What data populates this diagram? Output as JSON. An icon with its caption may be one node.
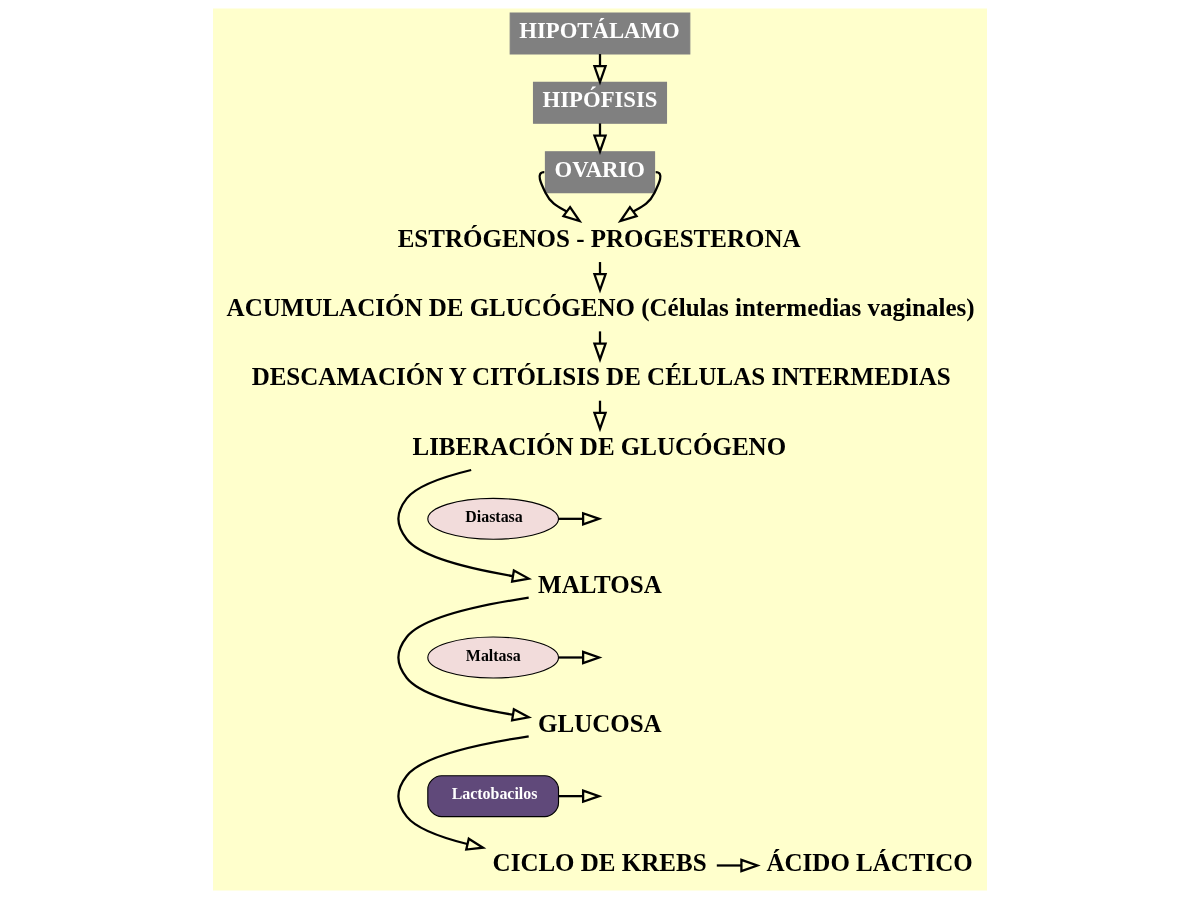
{
  "diagram": {
    "nodes": [
      {
        "text": [
          "HIPOTÁLAMO"
        ]
      },
      {
        "text": [
          "HIPÓFISIS"
        ]
      },
      {
        "text": [
          "OVARIO"
        ]
      },
      {
        "text": [
          "ESTRÓGENOS - PROGESTERONA"
        ]
      },
      {
        "text": [
          "ACUMULACIÓN DE GLUCÓGENO (Células intermedias vaginales)"
        ]
      },
      {
        "text": [
          "DESCAMACIÓN Y CITÓLISIS DE CÉLULAS INTERMEDIAS"
        ]
      },
      {
        "text": [
          "LIBERACIÓN DE GLUCÓGENO"
        ]
      },
      {
        "text": [
          "Diastasa"
        ]
      },
      {
        "text": [
          "MALTOSA"
        ]
      },
      {
        "text": [
          "Maltasa"
        ]
      },
      {
        "text": [
          "GLUCOSA"
        ]
      },
      {
        "text": [
          "Lactobacilos"
        ]
      },
      {
        "text": [
          "CICLO DE KREBS"
        ]
      },
      {
        "text": [
          "ÁCIDO LÁCTICO"
        ]
      }
    ],
    "edges": [
      {
        "from": 0,
        "to": 1,
        "arrow": "to"
      },
      {
        "from": 1,
        "to": 2,
        "arrow": "to"
      },
      {
        "from": 2,
        "to": 3,
        "arrow": "to"
      },
      {
        "from": 2,
        "to": 3,
        "arrow": "to"
      },
      {
        "from": 3,
        "to": 4,
        "arrow": "to"
      },
      {
        "from": 4,
        "to": 5,
        "arrow": "to"
      },
      {
        "from": 5,
        "to": 6,
        "arrow": "to"
      },
      {
        "from": 6,
        "to": 8,
        "arrow": "to"
      },
      {
        "from": 7,
        "to": null,
        "arrow": "to"
      },
      {
        "from": 8,
        "to": 10,
        "arrow": "to"
      },
      {
        "from": 9,
        "to": null,
        "arrow": "to"
      },
      {
        "from": 10,
        "to": 12,
        "arrow": "to"
      },
      {
        "from": 11,
        "to": null,
        "arrow": "to"
      },
      {
        "from": 12,
        "to": 13,
        "arrow": "to"
      }
    ]
  }
}
